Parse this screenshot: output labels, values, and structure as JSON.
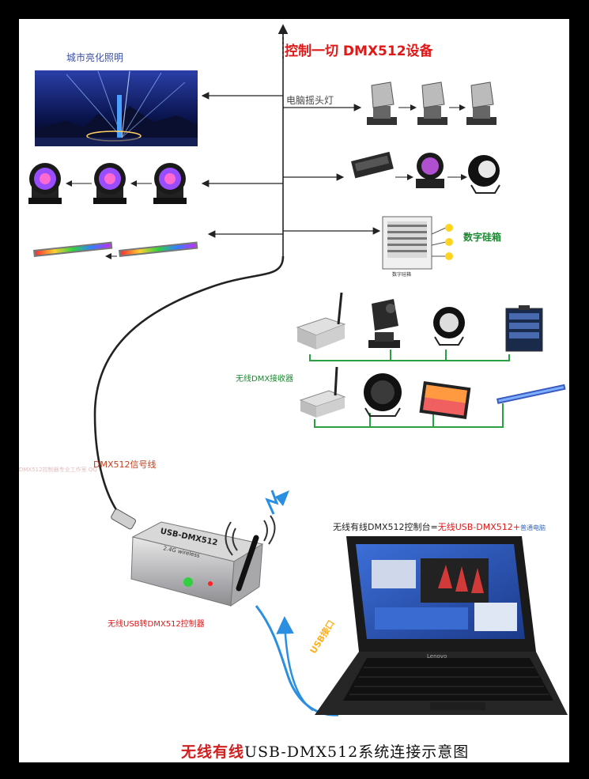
{
  "title": {
    "colored": "无线有线",
    "rest": "USB-DMX512系统连接示意图"
  },
  "labels": {
    "headline": "控制一切 DMX512设备",
    "city_lighting": "城市亮化照明",
    "moving_head": "电脑摇头灯",
    "dimmer": "数字硅箱",
    "wireless_receiver": "无线DMX接收器",
    "signal_cable": "DMX512信号线",
    "console_prefix": "无线有线DMX512控制台=",
    "console_red": "无线USB-DMX512",
    "console_plus": "+",
    "console_blue": "普通电脑",
    "usb_controller": "无线USB转DMX512控制器",
    "usb_port": "USB接口",
    "device_name": "USB-DMX512",
    "device_sub": "2.4G wireless",
    "dimmer_pack_tag": "数字硅箱",
    "laptop_brand": "Lenovo",
    "faint_watermark": "DMX512控制器专业工作室 QQ"
  },
  "colors": {
    "headline": "#e01818",
    "green_line": "#2aa040",
    "arrow_blue": "#2a8fe0",
    "cable": "#222222"
  }
}
